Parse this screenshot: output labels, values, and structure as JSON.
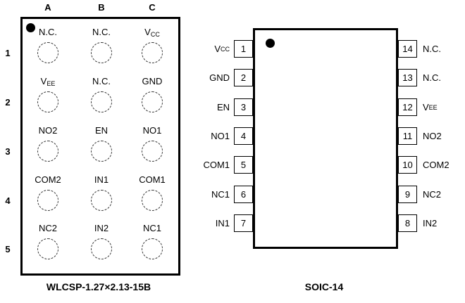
{
  "wlcsp": {
    "title": "WLCSP-1.27×2.13-15B",
    "columns": [
      "A",
      "B",
      "C"
    ],
    "rows": [
      "1",
      "2",
      "3",
      "4",
      "5"
    ],
    "balls": [
      [
        {
          "name": "N.C.",
          "sub": ""
        },
        {
          "name": "N.C.",
          "sub": ""
        },
        {
          "name": "V",
          "sub": "CC"
        }
      ],
      [
        {
          "name": "V",
          "sub": "EE"
        },
        {
          "name": "N.C.",
          "sub": ""
        },
        {
          "name": "GND",
          "sub": ""
        }
      ],
      [
        {
          "name": "NO2",
          "sub": ""
        },
        {
          "name": "EN",
          "sub": ""
        },
        {
          "name": "NO1",
          "sub": ""
        }
      ],
      [
        {
          "name": "COM2",
          "sub": ""
        },
        {
          "name": "IN1",
          "sub": ""
        },
        {
          "name": "COM1",
          "sub": ""
        }
      ],
      [
        {
          "name": "NC2",
          "sub": ""
        },
        {
          "name": "IN2",
          "sub": ""
        },
        {
          "name": "NC1",
          "sub": ""
        }
      ]
    ]
  },
  "soic": {
    "title": "SOIC-14",
    "left_pins": [
      {
        "num": "1",
        "name": "V",
        "sub": "CC"
      },
      {
        "num": "2",
        "name": "GND",
        "sub": ""
      },
      {
        "num": "3",
        "name": "EN",
        "sub": ""
      },
      {
        "num": "4",
        "name": "NO1",
        "sub": ""
      },
      {
        "num": "5",
        "name": "COM1",
        "sub": ""
      },
      {
        "num": "6",
        "name": "NC1",
        "sub": ""
      },
      {
        "num": "7",
        "name": "IN1",
        "sub": ""
      }
    ],
    "right_pins": [
      {
        "num": "14",
        "name": "N.C.",
        "sub": ""
      },
      {
        "num": "13",
        "name": "N.C.",
        "sub": ""
      },
      {
        "num": "12",
        "name": "V",
        "sub": "EE"
      },
      {
        "num": "11",
        "name": "NO2",
        "sub": ""
      },
      {
        "num": "10",
        "name": "COM2",
        "sub": ""
      },
      {
        "num": "9",
        "name": "NC2",
        "sub": ""
      },
      {
        "num": "8",
        "name": "IN2",
        "sub": ""
      }
    ]
  }
}
